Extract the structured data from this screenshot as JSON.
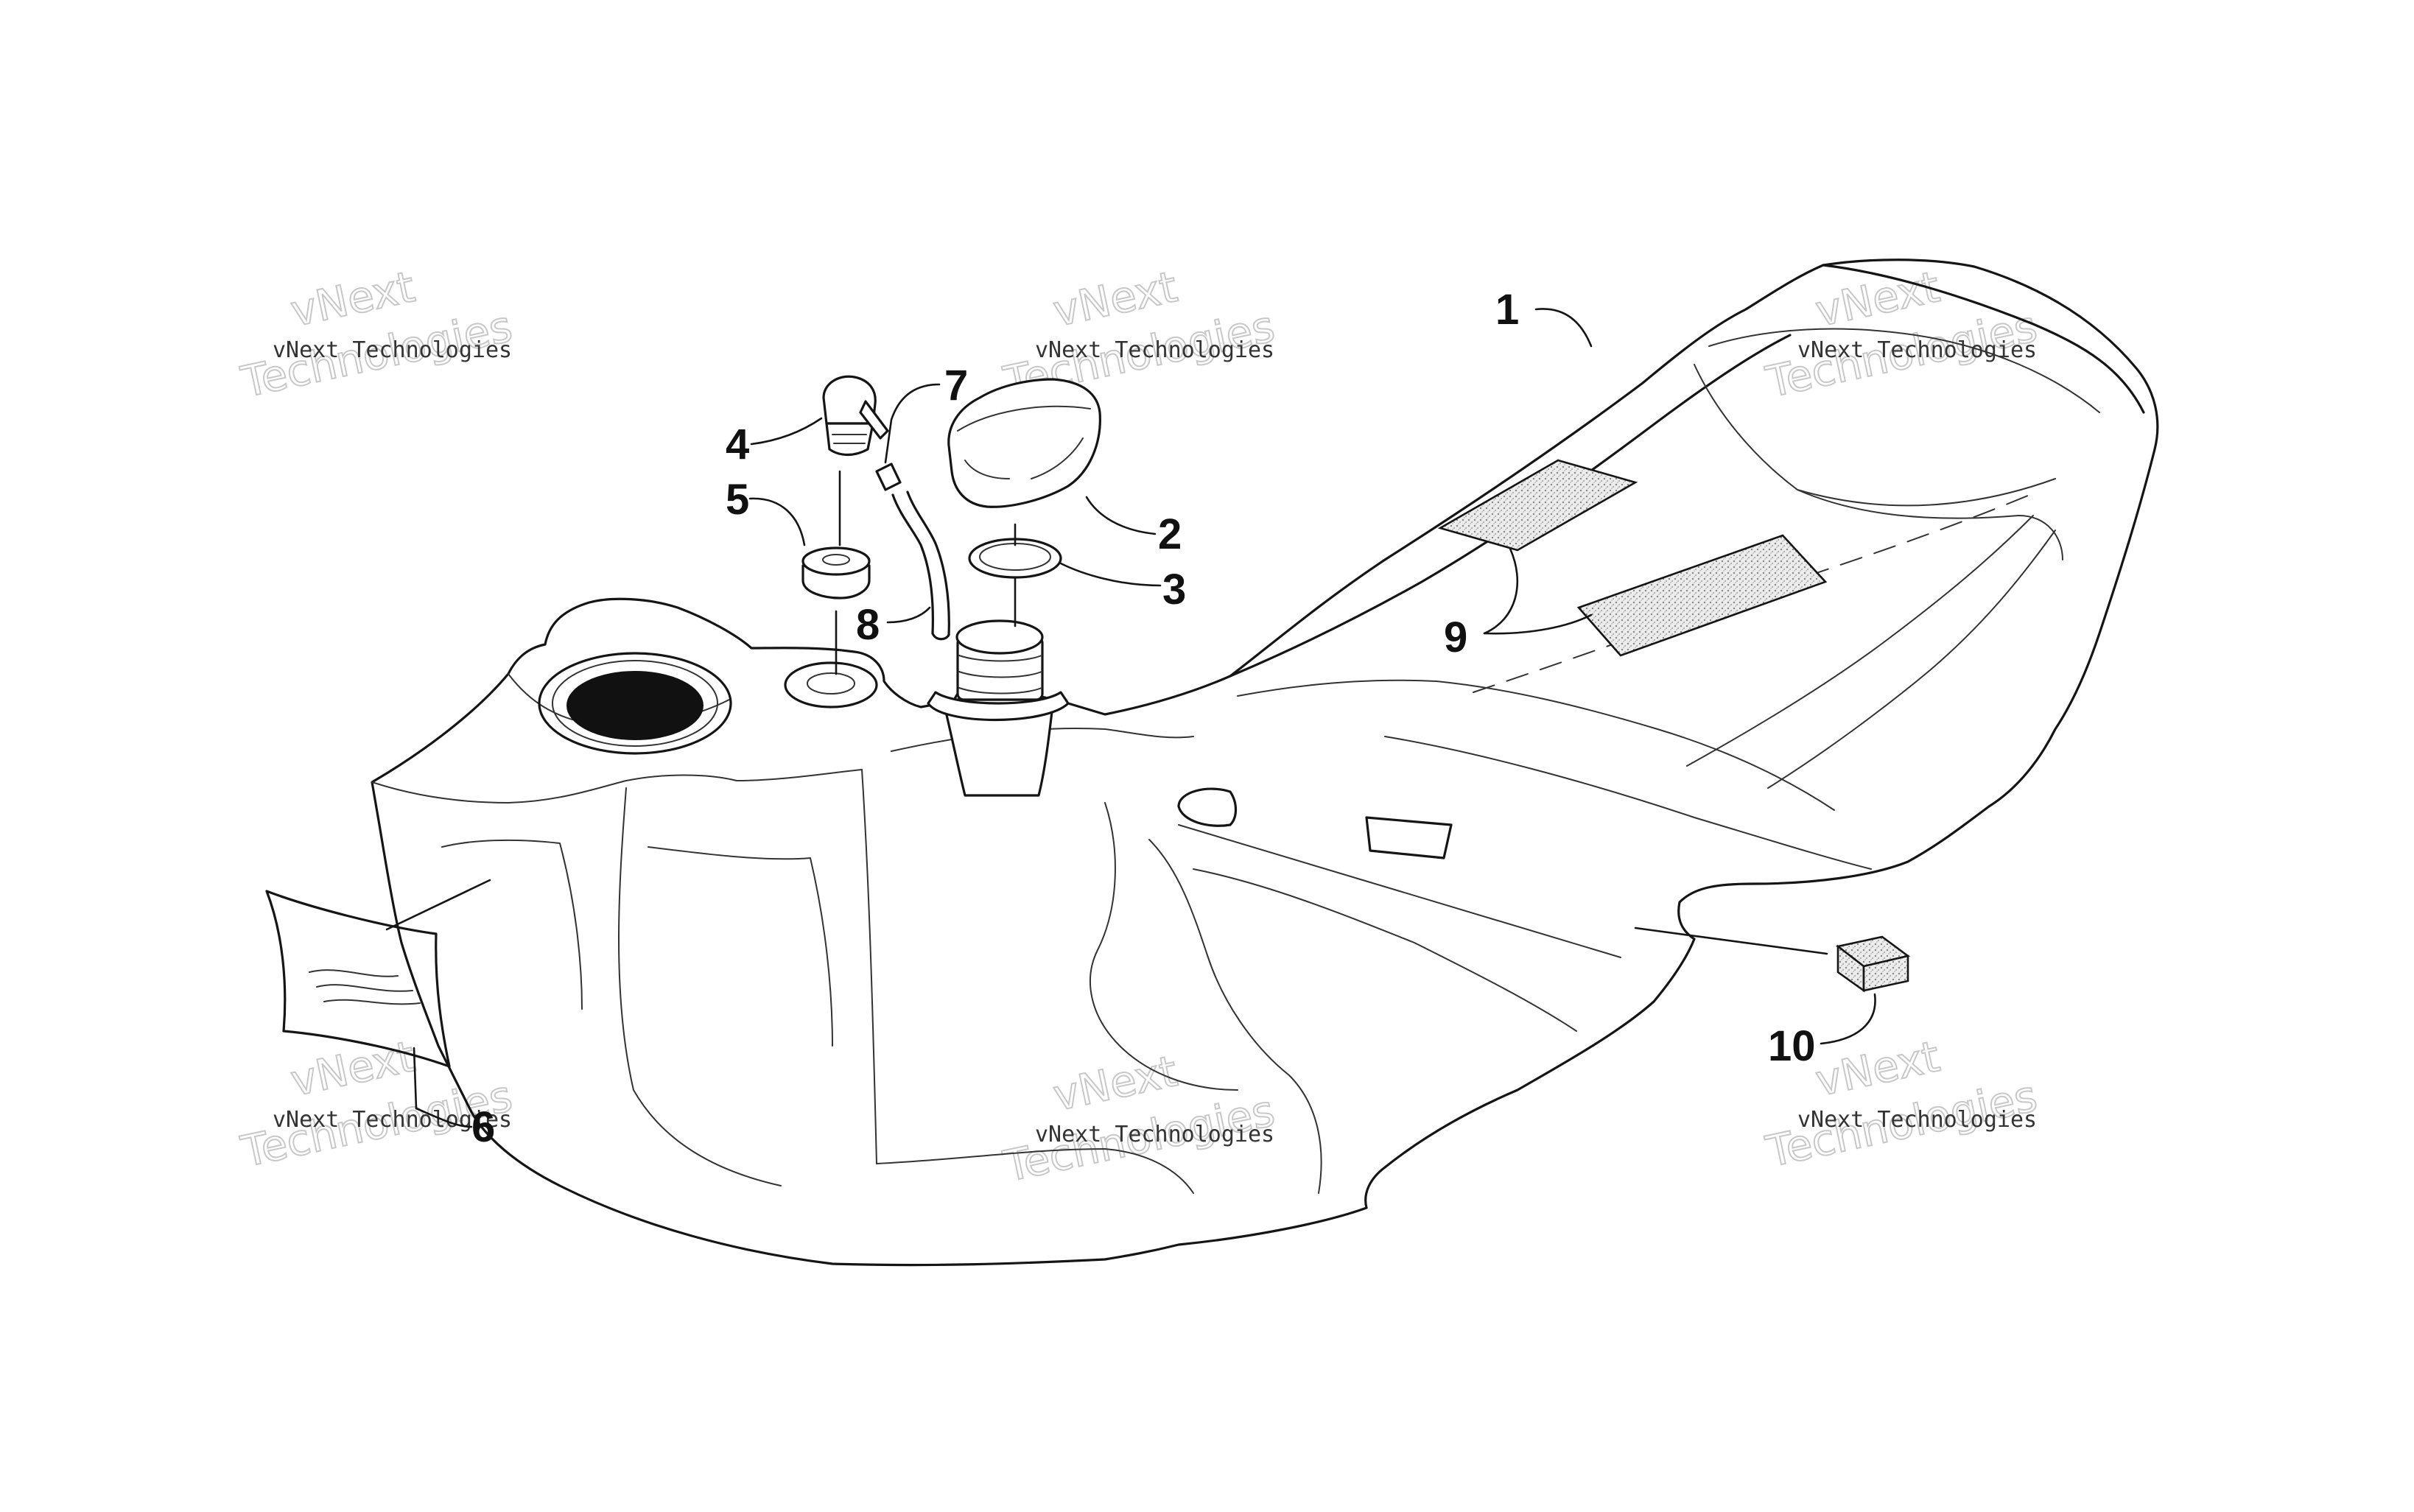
{
  "callouts": [
    {
      "id": "1",
      "label": "1"
    },
    {
      "id": "2",
      "label": "2"
    },
    {
      "id": "3",
      "label": "3"
    },
    {
      "id": "4",
      "label": "4"
    },
    {
      "id": "5",
      "label": "5"
    },
    {
      "id": "6",
      "label": "6"
    },
    {
      "id": "7",
      "label": "7"
    },
    {
      "id": "8",
      "label": "8"
    },
    {
      "id": "9",
      "label": "9"
    },
    {
      "id": "10",
      "label": "10"
    }
  ],
  "watermark": {
    "line_small": "vNext Technologies",
    "line_big_1": "vNext",
    "line_big_2": "Technologies"
  },
  "colors": {
    "line": "#151515",
    "watermark": "#c8c8c8",
    "pad_fill": "#d8d8d8"
  }
}
